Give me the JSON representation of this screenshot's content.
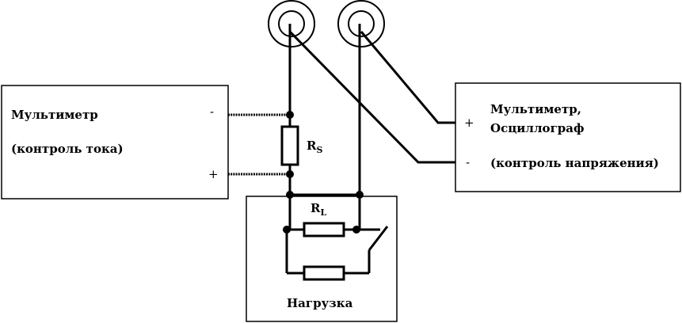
{
  "ammeter": {
    "title": "Мультиметр",
    "subtitle": "(контроль тока)",
    "minus": "-",
    "plus": "+"
  },
  "voltmeter": {
    "title_line1": "Мультиметр,",
    "title_line2": "Осциллограф",
    "subtitle": "(контроль напряжения)",
    "plus": "+",
    "minus": "-"
  },
  "shunt": {
    "label": "R",
    "sub": "S"
  },
  "load_resistor": {
    "label": "R",
    "sub": "L"
  },
  "load": {
    "label": "Нагрузка"
  }
}
